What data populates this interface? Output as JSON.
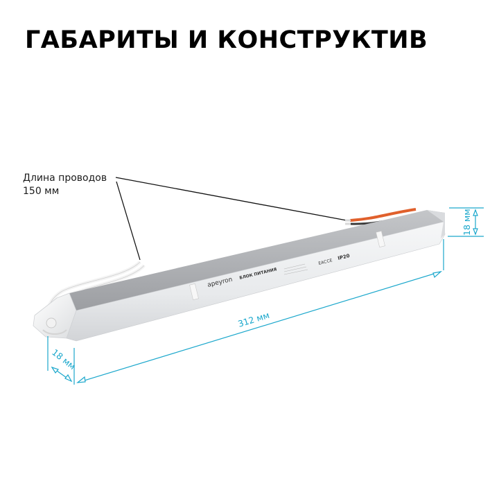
{
  "header": {
    "title": "ГАБАРИТЫ И КОНСТРУКТИВ"
  },
  "callout": {
    "line1": "Длина проводов",
    "line2": "150 мм"
  },
  "dimensions": {
    "length": "312 мм",
    "height": "18 мм",
    "width": "18 мм"
  },
  "product": {
    "brand": "apeyron",
    "label": "БЛОК ПИТАНИЯ",
    "ip_rating": "IP20",
    "marks": [
      "EAC",
      "CE"
    ]
  },
  "colors": {
    "dimension_line": "#1aa7cc",
    "wire_red": "#e0602c",
    "body_top": "#a9abae",
    "body_front": "#eceef0"
  }
}
